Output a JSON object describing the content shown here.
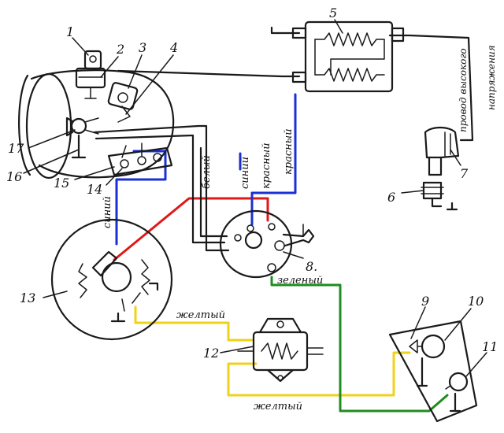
{
  "colors": {
    "black": "#1a1a1a",
    "red": "#e01818",
    "blue": "#1a2fd6",
    "yellow": "#efd21a",
    "green": "#1f8c1f"
  },
  "numbers": {
    "n1": "1",
    "n2": "2",
    "n3": "3",
    "n4": "4",
    "n5": "5",
    "n6": "6",
    "n7": "7",
    "n8": "8.",
    "n9": "9",
    "n10": "10",
    "n11": "11",
    "n12": "12",
    "n13": "13",
    "n14": "14",
    "n15": "15",
    "n16": "16",
    "n17": "17"
  },
  "labels": {
    "krasny_top": "красный",
    "krasny_mid": "красный",
    "beliy": "белый",
    "siniy_mid": "синий",
    "siniy_left": "синий",
    "zeleny": "зеленый",
    "zheltiy_mid": "желтый",
    "zheltiy_bottom": "желтый",
    "hv_line1": "провод высокого",
    "hv_line2": "напряжения"
  }
}
